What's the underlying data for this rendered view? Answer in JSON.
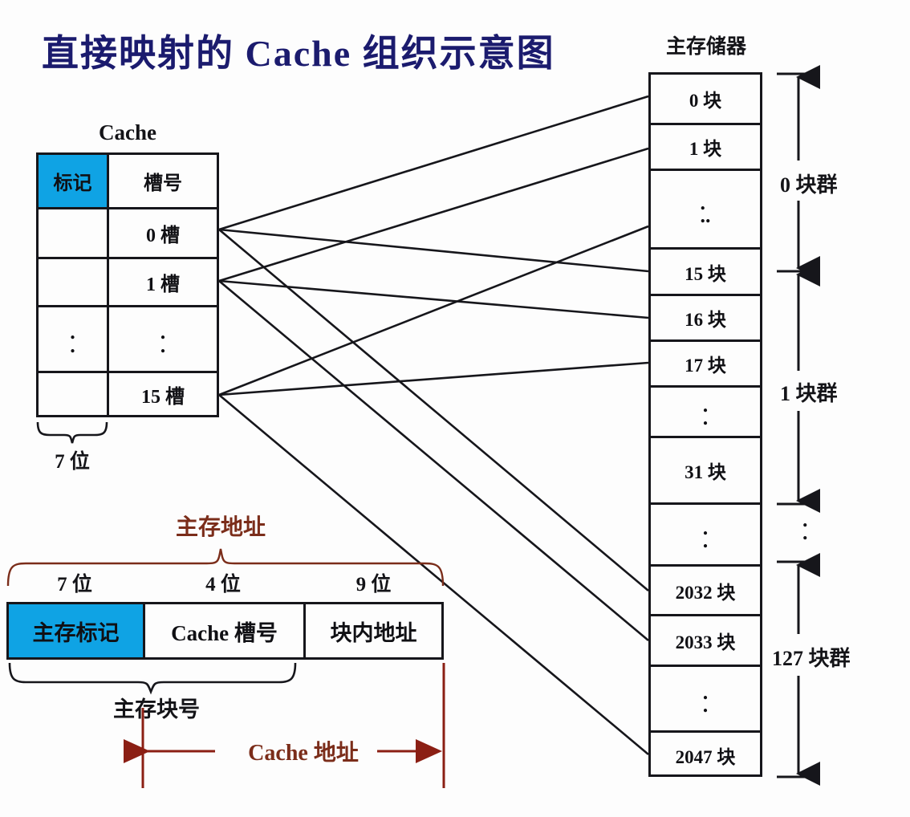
{
  "title": "直接映射的 Cache 组织示意图",
  "colors": {
    "title": "#1b1b6e",
    "tag_highlight": "#0fa3e4",
    "address_accent": "#7b2d1a",
    "cache_address_accent": "#8b1f14",
    "line": "#16161b"
  },
  "cache": {
    "title": "Cache",
    "header": {
      "tag": "标记",
      "slot": "槽号"
    },
    "rows": [
      {
        "tag": "",
        "slot": "0 槽"
      },
      {
        "tag": "",
        "slot": "1 槽"
      },
      {
        "tag": ".\n.",
        "slot": ".\n."
      },
      {
        "tag": "",
        "slot": "15 槽"
      }
    ],
    "tag_width_label": "7 位"
  },
  "memory": {
    "title": "主存储器",
    "rows": [
      "0 块",
      "1 块",
      ".\n..",
      "15 块",
      "16 块",
      "17 块",
      ".\n.",
      "31 块",
      ".\n.",
      "2032 块",
      "2033 块",
      ".\n.",
      "2047 块"
    ],
    "groups": [
      {
        "label": "0 块群"
      },
      {
        "label": "1 块群"
      },
      {
        "label": "127 块群"
      }
    ],
    "group_gap_dots": ".\n."
  },
  "address_format": {
    "title": "主存地址",
    "bits": [
      "7 位",
      "4 位",
      "9 位"
    ],
    "fields": [
      "主存标记",
      "Cache 槽号",
      "块内地址"
    ],
    "block_number_label": "主存块号",
    "cache_address_label": "Cache 地址"
  },
  "mapping_lines": [
    {
      "from_slot": "0 槽",
      "to_blocks": [
        "0 块",
        "16 块",
        "2032 块"
      ]
    },
    {
      "from_slot": "1 槽",
      "to_blocks": [
        "1 块",
        "17 块",
        "2033 块"
      ]
    },
    {
      "from_slot": "15 槽",
      "to_blocks": [
        "15 块",
        "31 块",
        "2047 块"
      ]
    }
  ]
}
